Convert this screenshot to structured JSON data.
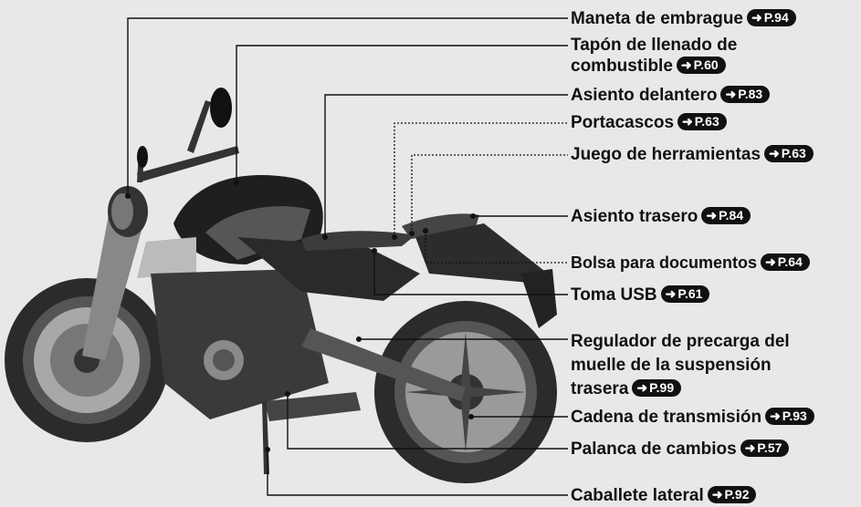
{
  "labels": [
    {
      "id": "clutch-lever",
      "text": "Maneta de embrague",
      "ref": "P.94"
    },
    {
      "id": "fuel-fill-cap",
      "lines": [
        "Tapón de llenado de",
        "combustible"
      ],
      "ref": "P.60"
    },
    {
      "id": "front-seat",
      "text": "Asiento delantero",
      "ref": "P.83"
    },
    {
      "id": "helmet-holder",
      "text": "Portacascos",
      "ref": "P.63"
    },
    {
      "id": "tool-kit",
      "text": "Juego de herramientas",
      "ref": "P.63"
    },
    {
      "id": "rear-seat",
      "text": "Asiento trasero",
      "ref": "P.84"
    },
    {
      "id": "document-bag",
      "text": "Bolsa para documentos",
      "ref": "P.64"
    },
    {
      "id": "usb-socket",
      "text": "Toma USB",
      "ref": "P.61"
    },
    {
      "id": "spring-preload-adjuster",
      "lines": [
        "Regulador de precarga del",
        "muelle de la suspensión",
        "trasera"
      ],
      "ref": "P.99"
    },
    {
      "id": "drive-chain",
      "text": "Cadena de transmisión",
      "ref": "P.93"
    },
    {
      "id": "shift-lever",
      "text": "Palanca de cambios",
      "ref": "P.57"
    },
    {
      "id": "side-stand",
      "text": "Caballete lateral",
      "ref": "P.92"
    }
  ],
  "ref_arrow": "➜"
}
